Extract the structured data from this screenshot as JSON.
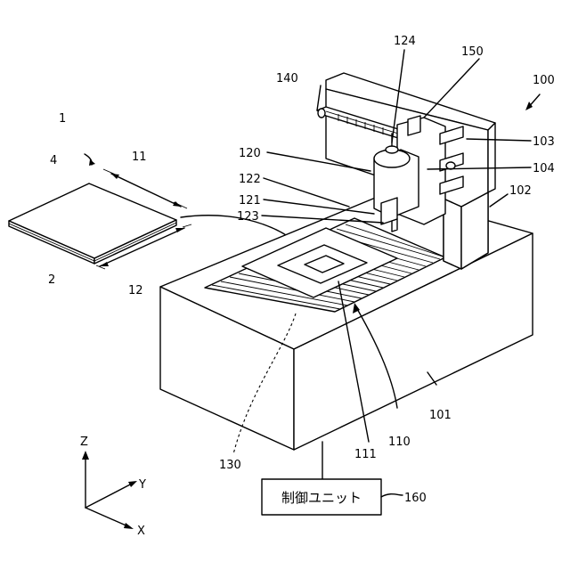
{
  "labels": {
    "device": "100",
    "workpiece": "1",
    "workpiece_top": "4",
    "workpiece_bottom": "2",
    "edge_1": "11",
    "edge_2": "12",
    "base": "101",
    "column": "102",
    "z_rail": "103",
    "z_slider": "104",
    "head_unit": "120",
    "head_top": "124",
    "head_body": "122",
    "head_tip": "121",
    "nozzle": "123",
    "y_mover": "140",
    "x_mover": "150",
    "table": "110",
    "table_region": "111",
    "hidden_part": "130",
    "controller": "160"
  },
  "controller_box": {
    "text": "制御ユニット"
  },
  "axes": {
    "z": "Z",
    "y": "Y",
    "x": "X"
  }
}
